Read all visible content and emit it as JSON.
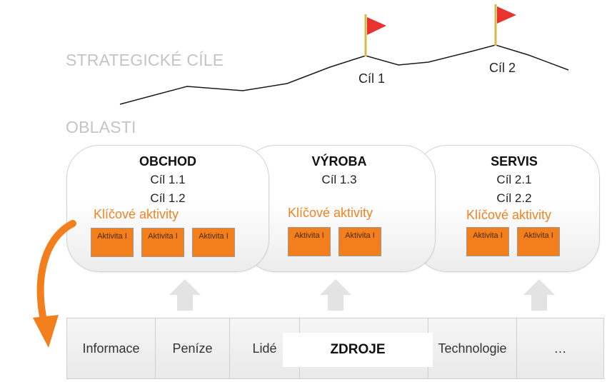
{
  "headings": {
    "strategic_goals": "STRATEGICKÉ CÍLE",
    "areas": "OBLASTI"
  },
  "milestones": [
    "Cíl 1",
    "Cíl 2"
  ],
  "areas": [
    {
      "title": "OBCHOD",
      "goals": [
        "Cíl 1.1",
        "Cíl 1.2"
      ],
      "key_activities": "Klíčové aktivity",
      "activities": [
        "Aktivita I",
        "Aktivita I",
        "Aktivita I"
      ]
    },
    {
      "title": "VÝROBA",
      "goals": [
        "Cíl 1.3"
      ],
      "key_activities": "Klíčové aktivity",
      "activities": [
        "Aktivita I",
        "Aktivita I"
      ]
    },
    {
      "title": "SERVIS",
      "goals": [
        "Cíl 2.1",
        "Cíl 2.2"
      ],
      "key_activities": "Klíčové aktivity",
      "activities": [
        "Aktivita I",
        "Aktivita I"
      ]
    }
  ],
  "resources": {
    "title": "ZDROJE",
    "items": [
      "Informace",
      "Peníze",
      "Lidé",
      "",
      "Technologie",
      "…"
    ]
  },
  "colors": {
    "accent_orange": "#f27f1b",
    "flag_red": "#e8332f",
    "flag_pole": "#d8b84a",
    "heading_gray": "#c4c4c4"
  },
  "icons": [
    "flag-icon",
    "up-arrow-icon",
    "curved-arrow-icon"
  ]
}
